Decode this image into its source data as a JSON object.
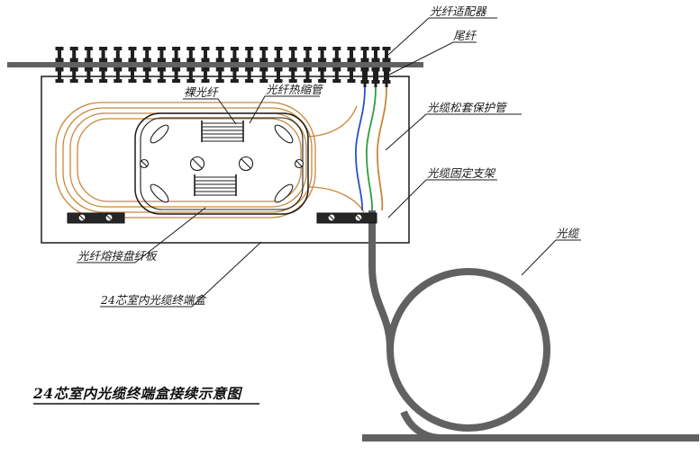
{
  "diagram": {
    "title": "24芯室内光缆终端盒接续示意图",
    "labels": {
      "adapter": "光纤适配器",
      "pigtail": "尾纤",
      "bare_fiber": "裸光纤",
      "heat_shrink_tube": "光纤热缩管",
      "loose_tube_protector": "光缆松套保护管",
      "cable_bracket": "光缆固定支架",
      "cable": "光缆",
      "splice_tray": "光纤熔接盘纤板",
      "termination_box": "24芯室内光缆终端盒"
    },
    "colors": {
      "cable_gray": "#616161",
      "fiber_orange": "#c8873a",
      "fiber_blue": "#2b50c8",
      "fiber_green": "#2f9e44",
      "line_black": "#1c1c1c"
    }
  }
}
